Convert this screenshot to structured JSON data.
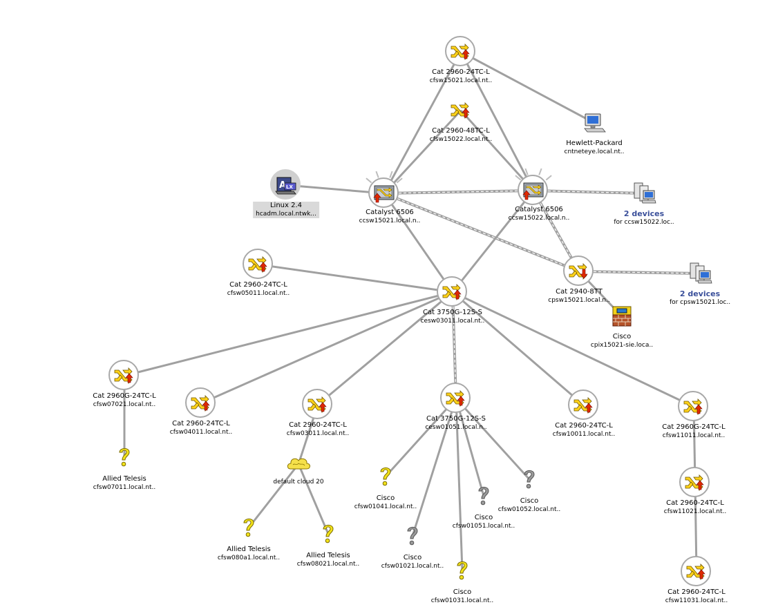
{
  "colors": {
    "link": "#a0a0a0",
    "ring": "#a8a8a8",
    "switch_yellow": "#ffd21a",
    "arrow_red": "#e02a00",
    "question_yellow": "#f2e21a",
    "question_gray": "#9a9a9a",
    "cloud": "#f5e04a",
    "devices_label": "#3a4f9a"
  },
  "nodes": [
    {
      "id": "c3750a",
      "name": "Cat 3750G-12S-S",
      "host": "cesw03011.local.nt..",
      "kind": "switch",
      "arrow": "up"
    },
    {
      "id": "c2960top",
      "name": "Cat 2960-24TC-L",
      "host": "cfsw15021.local.nt..",
      "kind": "switch",
      "arrow": "up"
    },
    {
      "id": "c2960_48",
      "name": "Cat 2960-48TC-L",
      "host": "cfsw15022.local.nt..",
      "kind": "switch",
      "arrow": "up",
      "plain": true
    },
    {
      "id": "hp",
      "name": "Hewlett-Packard",
      "host": "cntneteye.local.nt..",
      "kind": "workstation"
    },
    {
      "id": "linux",
      "name": "Linux 2.4",
      "host": "hcadm.local.ntwk...",
      "kind": "linux"
    },
    {
      "id": "cat6506a",
      "name": "Catalyst 6506",
      "host": "ccsw15021.local.n..",
      "kind": "router"
    },
    {
      "id": "cat6506b",
      "name": "Catalyst 6506",
      "host": "ccsw15022.local.n..",
      "kind": "router"
    },
    {
      "id": "dev1",
      "name": "2 devices",
      "host": "for ccsw15022.loc..",
      "kind": "devices"
    },
    {
      "id": "c2940",
      "name": "Cat 2940-8TT",
      "host": "cpsw15021.local.n..",
      "kind": "switch",
      "arrow": "down"
    },
    {
      "id": "dev2",
      "name": "2 devices",
      "host": "for cpsw15021.loc..",
      "kind": "devices"
    },
    {
      "id": "cpix",
      "name": "Cisco",
      "host": "cpix15021-sie.loca..",
      "kind": "firewall"
    },
    {
      "id": "c05011",
      "name": "Cat 2960-24TC-L",
      "host": "cfsw05011.local.nt..",
      "kind": "switch",
      "arrow": "up"
    },
    {
      "id": "c07021",
      "name": "Cat 2960G-24TC-L",
      "host": "cfsw07021.local.nt..",
      "kind": "switch",
      "arrow": "up"
    },
    {
      "id": "c04011",
      "name": "Cat 2960-24TC-L",
      "host": "cfsw04011.local.nt..",
      "kind": "switch",
      "arrow": "up"
    },
    {
      "id": "c03011",
      "name": "Cat 2960-24TC-L",
      "host": "cfsw03011.local.nt..",
      "kind": "switch",
      "arrow": "up"
    },
    {
      "id": "c3750b",
      "name": "Cat 3750G-12S-S",
      "host": "cesw01051.local.n..",
      "kind": "switch",
      "arrow": "up"
    },
    {
      "id": "c10011",
      "name": "Cat 2960-24TC-L",
      "host": "cfsw10011.local.nt..",
      "kind": "switch",
      "arrow": "up"
    },
    {
      "id": "c11011",
      "name": "Cat 2960G-24TC-L",
      "host": "cfsw11011.local.nt..",
      "kind": "switch",
      "arrow": "up"
    },
    {
      "id": "c11021",
      "name": "Cat 2960-24TC-L",
      "host": "cfsw11021.local.nt..",
      "kind": "switch",
      "arrow": "up"
    },
    {
      "id": "c11031",
      "name": "Cat 2960-24TC-L",
      "host": "cfsw11031.local.nt..",
      "kind": "switch",
      "arrow": "up"
    },
    {
      "id": "at07011",
      "name": "Allied Telesis",
      "host": "cfsw07011.local.nt..",
      "kind": "unknown",
      "tone": "yellow"
    },
    {
      "id": "cloud",
      "name": "default cloud 20",
      "host": "",
      "kind": "cloud"
    },
    {
      "id": "at080a1",
      "name": "Allied Telesis",
      "host": "cfsw080a1.local.nt..",
      "kind": "unknown",
      "tone": "yellow"
    },
    {
      "id": "at08021",
      "name": "Allied Telesis",
      "host": "cfsw08021.local.nt..",
      "kind": "unknown",
      "tone": "yellow"
    },
    {
      "id": "cs01041",
      "name": "Cisco",
      "host": "cfsw01041.local.nt..",
      "kind": "unknown",
      "tone": "yellow"
    },
    {
      "id": "cs01021",
      "name": "Cisco",
      "host": "cfsw01021.local.nt..",
      "kind": "unknown",
      "tone": "gray"
    },
    {
      "id": "cs01031",
      "name": "Cisco",
      "host": "cfsw01031.local.nt..",
      "kind": "unknown",
      "tone": "yellow"
    },
    {
      "id": "cs01051",
      "name": "Cisco",
      "host": "cfsw01051.local.nt..",
      "kind": "unknown",
      "tone": "gray"
    },
    {
      "id": "cs01052",
      "name": "Cisco",
      "host": "cfsw01052.local.nt..",
      "kind": "unknown",
      "tone": "gray"
    }
  ],
  "links": [
    {
      "from": "c2960top",
      "to": "cat6506a",
      "style": "solid"
    },
    {
      "from": "c2960top",
      "to": "cat6506b",
      "style": "solid"
    },
    {
      "from": "c2960top",
      "to": "hp",
      "style": "solid"
    },
    {
      "from": "c2960_48",
      "to": "cat6506a",
      "style": "solid"
    },
    {
      "from": "c2960_48",
      "to": "cat6506b",
      "style": "solid"
    },
    {
      "from": "linux",
      "to": "cat6506a",
      "style": "solid"
    },
    {
      "from": "cat6506a",
      "to": "cat6506b",
      "style": "double"
    },
    {
      "from": "cat6506b",
      "to": "dev1",
      "style": "double"
    },
    {
      "from": "cat6506a",
      "to": "c2940",
      "style": "double"
    },
    {
      "from": "cat6506b",
      "to": "c2940",
      "style": "double"
    },
    {
      "from": "c2940",
      "to": "dev2",
      "style": "double"
    },
    {
      "from": "c2940",
      "to": "cpix",
      "style": "solid"
    },
    {
      "from": "cat6506a",
      "to": "c3750a",
      "style": "solid"
    },
    {
      "from": "cat6506b",
      "to": "c3750a",
      "style": "solid"
    },
    {
      "from": "c05011",
      "to": "c3750a",
      "style": "solid"
    },
    {
      "from": "c3750a",
      "to": "c07021",
      "style": "solid"
    },
    {
      "from": "c3750a",
      "to": "c04011",
      "style": "solid"
    },
    {
      "from": "c3750a",
      "to": "c03011",
      "style": "solid"
    },
    {
      "from": "c3750a",
      "to": "c3750b",
      "style": "double"
    },
    {
      "from": "c3750a",
      "to": "c10011",
      "style": "solid"
    },
    {
      "from": "c3750a",
      "to": "c11011",
      "style": "solid"
    },
    {
      "from": "c07021",
      "to": "at07011",
      "style": "solid"
    },
    {
      "from": "c03011",
      "to": "cloud",
      "style": "solid"
    },
    {
      "from": "cloud",
      "to": "at080a1",
      "style": "solid"
    },
    {
      "from": "cloud",
      "to": "at08021",
      "style": "solid"
    },
    {
      "from": "c3750b",
      "to": "cs01041",
      "style": "solid"
    },
    {
      "from": "c3750b",
      "to": "cs01021",
      "style": "solid"
    },
    {
      "from": "c3750b",
      "to": "cs01031",
      "style": "solid"
    },
    {
      "from": "c3750b",
      "to": "cs01051",
      "style": "solid"
    },
    {
      "from": "c3750b",
      "to": "cs01052",
      "style": "solid"
    },
    {
      "from": "c11011",
      "to": "c11021",
      "style": "solid"
    },
    {
      "from": "c11021",
      "to": "c11031",
      "style": "solid"
    }
  ]
}
